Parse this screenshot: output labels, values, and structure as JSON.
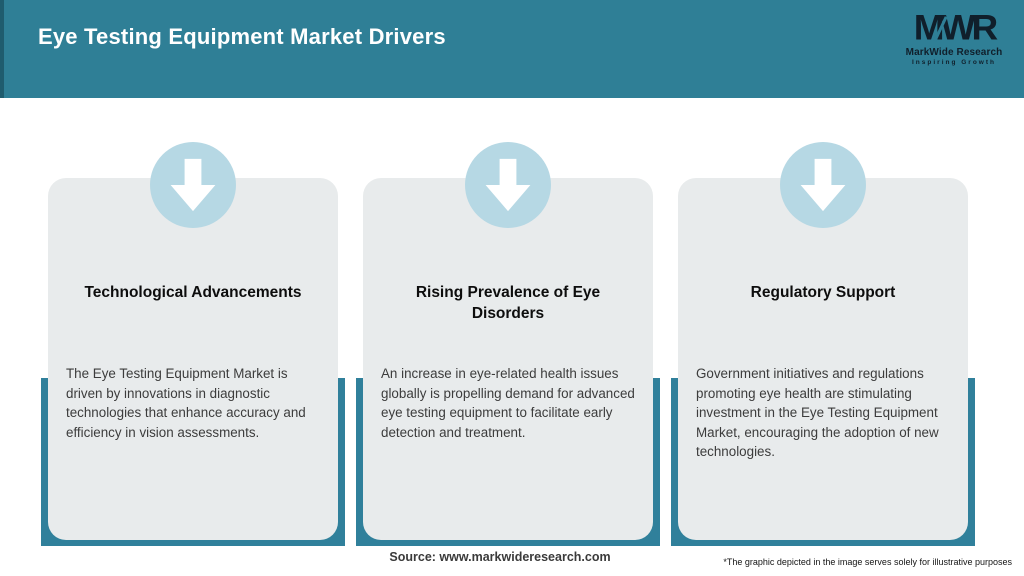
{
  "header": {
    "title": "Eye Testing Equipment Market Drivers",
    "logo": {
      "monogram": "MWR",
      "name": "MarkWide Research",
      "tagline": "Inspiring Growth"
    }
  },
  "cards": [
    {
      "title": "Technological Advancements",
      "description": "The Eye Testing Equipment Market is driven by innovations in diagnostic technologies that enhance accuracy and efficiency in vision assessments.",
      "icon": "down-arrow-icon"
    },
    {
      "title": "Rising Prevalence of Eye Disorders",
      "description": "An increase in eye-related health issues globally is propelling demand for advanced eye testing equipment to facilitate early detection and treatment.",
      "icon": "down-arrow-icon"
    },
    {
      "title": "Regulatory Support",
      "description": "Government initiatives and regulations promoting eye health are stimulating investment in the Eye Testing Equipment Market, encouraging the adoption of new technologies.",
      "icon": "down-arrow-icon"
    }
  ],
  "footer": {
    "source": "Source: www.markwideresearch.com",
    "disclaimer": "*The graphic depicted in the image serves solely for illustrative purposes"
  },
  "colors": {
    "header_teal": "#2f7f96",
    "band_teal": "#30809b",
    "card_gray": "#e8ebec",
    "badge_blue": "#b6d8e4",
    "title_text": "#0d0d0d",
    "body_text": "#3c3c3c",
    "logo_text": "#101f2b"
  }
}
